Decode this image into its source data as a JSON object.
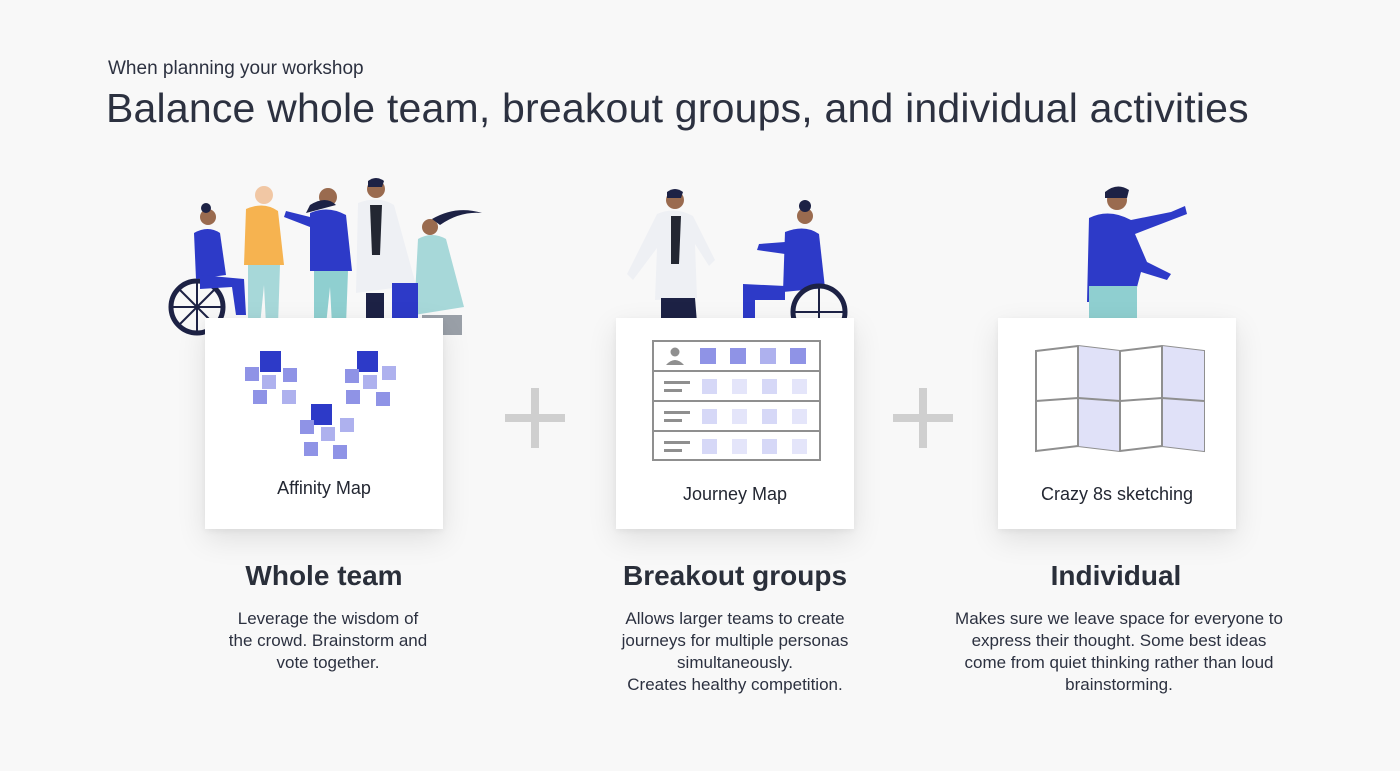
{
  "header": {
    "kicker": "When planning your workshop",
    "title": "Balance whole team, breakout groups, and individual activities"
  },
  "columns": [
    {
      "card_label": "Affinity Map",
      "title": "Whole team",
      "description_lines": [
        "Leverage the wisdom of",
        "the crowd. Brainstorm and",
        "vote together."
      ]
    },
    {
      "card_label": "Journey Map",
      "title": "Breakout groups",
      "description_lines": [
        "Allows larger teams to create",
        "journeys for multiple personas",
        "simultaneously.",
        "Creates healthy competition."
      ]
    },
    {
      "card_label": "Crazy 8s sketching",
      "title": "Individual",
      "description_lines": [
        "Makes sure we leave space for everyone to",
        "express their thought. Some best ideas",
        "come from quiet thinking rather than loud",
        "brainstorming."
      ]
    }
  ],
  "colors": {
    "accent_blue": "#2d3ac8",
    "sticky_light": "#8f93e6",
    "sticky_pale": "#d9dbf7",
    "plus_gray": "#cfcfcf",
    "text_dark": "#2c3140"
  }
}
